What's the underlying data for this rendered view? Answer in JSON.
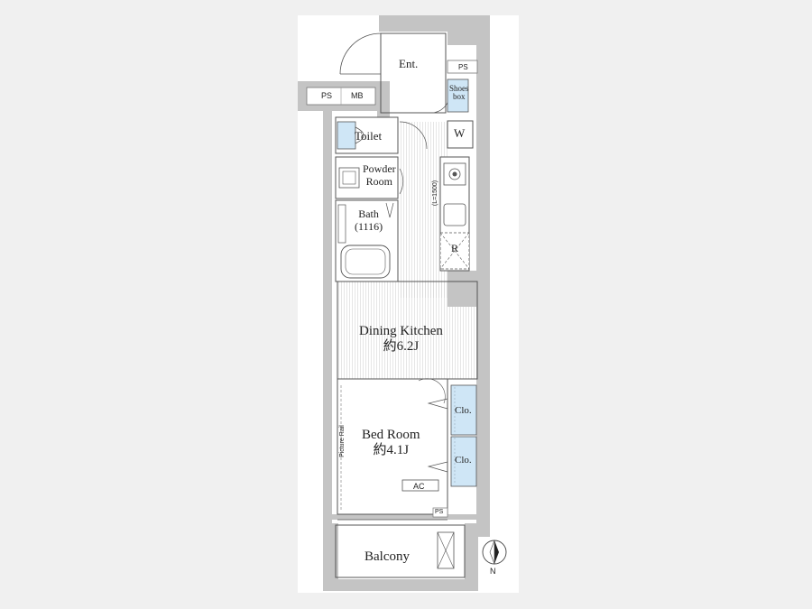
{
  "rooms": {
    "entrance": "Ent.",
    "ps_entrance": "PS",
    "shoes_box": [
      "Shoes",
      "box"
    ],
    "ps_outside": "PS",
    "mb": "MB",
    "toilet": "Toilet",
    "washer": "W",
    "powder_room": [
      "Powder",
      "Room"
    ],
    "bath": [
      "Bath",
      "(1116)"
    ],
    "kitchen_dimension": "(L=1500)",
    "refrigerator": "R",
    "dining_kitchen": [
      "Dining Kitchen",
      "約6.2J"
    ],
    "bed_room": [
      "Bed Room",
      "約4.1J"
    ],
    "picture_rail": "Picture Rail",
    "closet_upper": "Clo.",
    "closet_lower": "Clo.",
    "aircon": "AC",
    "ps_balcony": "PS",
    "balcony": "Balcony"
  },
  "compass": {
    "north_label": "N"
  },
  "colors": {
    "wall": "#c4c4c4",
    "closet_fill": "#cfe6f6",
    "line": "#555555",
    "background": "#f0f0f0"
  }
}
